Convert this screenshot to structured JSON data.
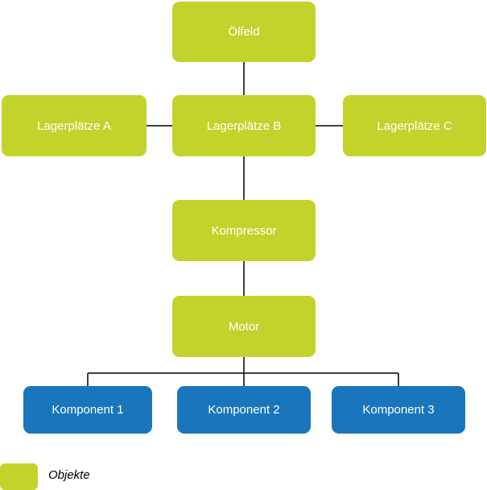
{
  "nodes": {
    "oelfeld": "Ölfeld",
    "lager_a": "Lagerplätze A",
    "lager_b": "Lagerplätze B",
    "lager_c": "Lagerplätze C",
    "kompressor": "Kompressor",
    "motor": "Motor",
    "komponent_1": "Komponent 1",
    "komponent_2": "Komponent 2",
    "komponent_3": "Komponent 3"
  },
  "legend": {
    "label": "Objekte"
  },
  "colors": {
    "object_green": "#c3d32b",
    "component_blue": "#1976bd",
    "connector": "#000000"
  }
}
